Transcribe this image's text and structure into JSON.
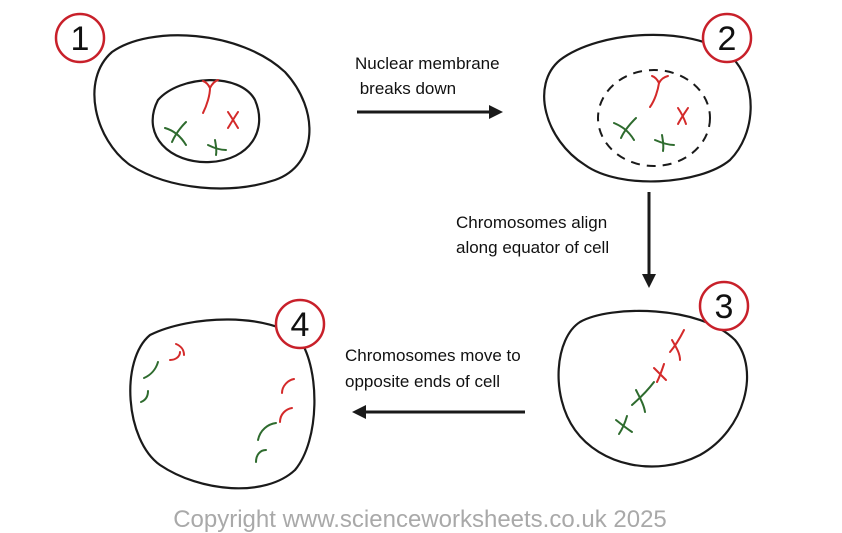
{
  "steps": [
    {
      "number": "1"
    },
    {
      "number": "2"
    },
    {
      "number": "3"
    },
    {
      "number": "4"
    }
  ],
  "transitions": [
    {
      "line1": "Nuclear membrane",
      "line2": " breaks down"
    },
    {
      "line1": "Chromosomes align",
      "line2": "along equator of cell"
    },
    {
      "line1": "Chromosomes move to",
      "line2": "opposite ends of cell"
    }
  ],
  "copyright": "Copyright www.scienceworksheets.co.uk 2025",
  "colors": {
    "badge": "#c8202a",
    "chromosome_red": "#d42a2a",
    "chromosome_green": "#2e6b2e"
  }
}
